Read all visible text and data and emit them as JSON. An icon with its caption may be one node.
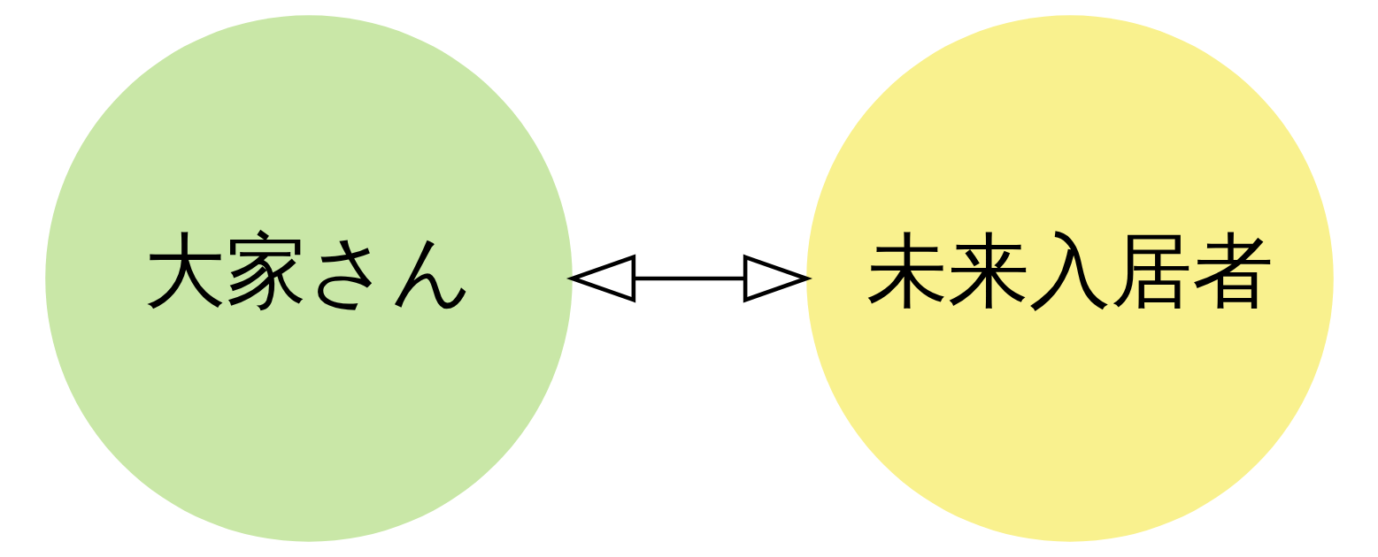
{
  "diagram": {
    "nodes": [
      {
        "text": [
          "大家さん"
        ]
      },
      {
        "text": [
          "未来入居者"
        ]
      }
    ],
    "edges": [
      {
        "from": 0,
        "to": 1,
        "arrow": "both"
      }
    ]
  }
}
